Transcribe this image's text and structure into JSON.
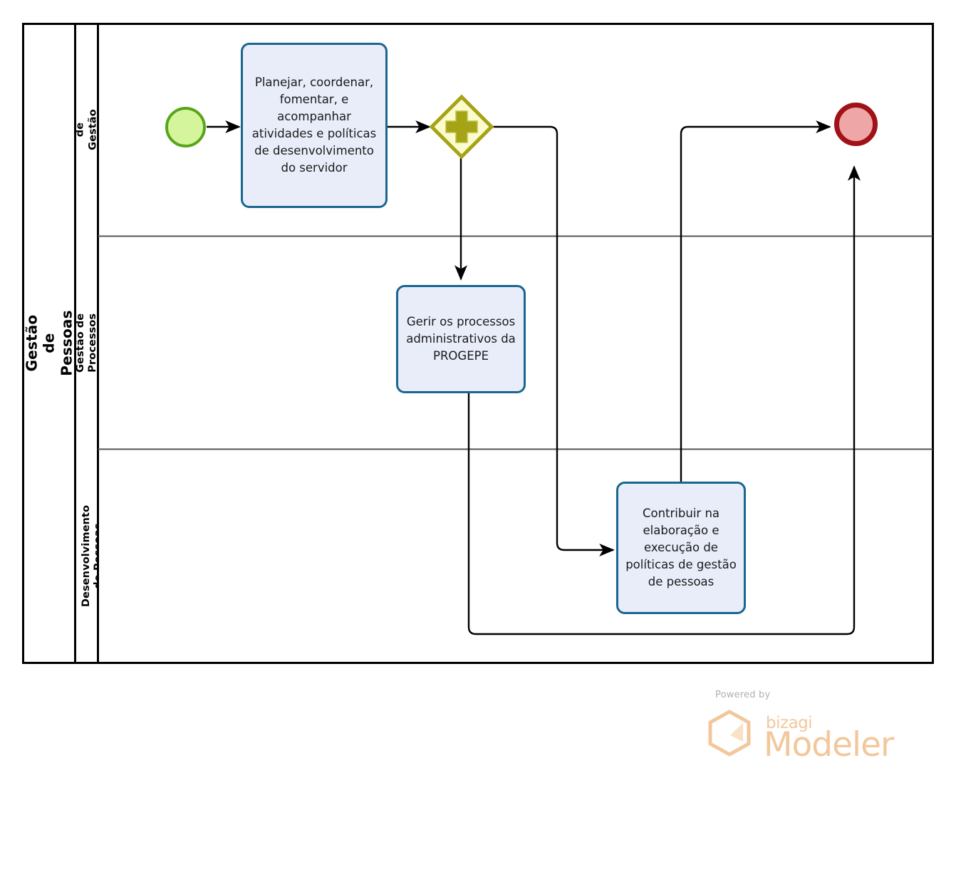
{
  "diagram": {
    "type": "bpmn-process-diagram",
    "pool": {
      "title": "Gestão de Pessoas",
      "lanes": [
        {
          "id": "lane-pro-reitoria",
          "label": "Pró-Reitoria de Gestão de\nPessoas"
        },
        {
          "id": "lane-processos-adm",
          "label": "Diretoria de Gestão de\nProcessos Administrativos"
        },
        {
          "id": "lane-desenvolvimento",
          "label": "Diretoria de Desenvolvimento\nde Pessoas"
        }
      ]
    },
    "nodes": {
      "start_event": {
        "name": "start-event",
        "label": ""
      },
      "task_1": {
        "label": "Planejar, coordenar, fomentar, e acompanhar atividades e políticas de desenvolvimento do servidor"
      },
      "gateway_1": {
        "name": "parallel-gateway",
        "symbol": "+",
        "label": ""
      },
      "task_2": {
        "label": "Gerir os processos administrativos da PROGEPE"
      },
      "task_3": {
        "label": "Contribuir na elaboração e execução de políticas de gestão de pessoas"
      },
      "end_event": {
        "name": "end-event",
        "label": ""
      }
    },
    "colors": {
      "task_fill": "#e9edfa",
      "task_border": "#19668f",
      "gateway_fill": "#fbfbcd",
      "gateway_border": "#a5a416",
      "gateway_symbol": "#a5a416",
      "start_fill": "#d5f59d",
      "start_border": "#57a519",
      "end_fill": "#efa6a6",
      "end_border": "#a01118",
      "pool_border": "#000000",
      "lane_border": "#555555",
      "connector": "#000000"
    }
  },
  "footer": {
    "powered_by": "Powered by",
    "brand_small": "bizagi",
    "brand_big": "Modeler",
    "logo_icon": "hexagon-logo-icon",
    "color": "#f3c79c"
  }
}
